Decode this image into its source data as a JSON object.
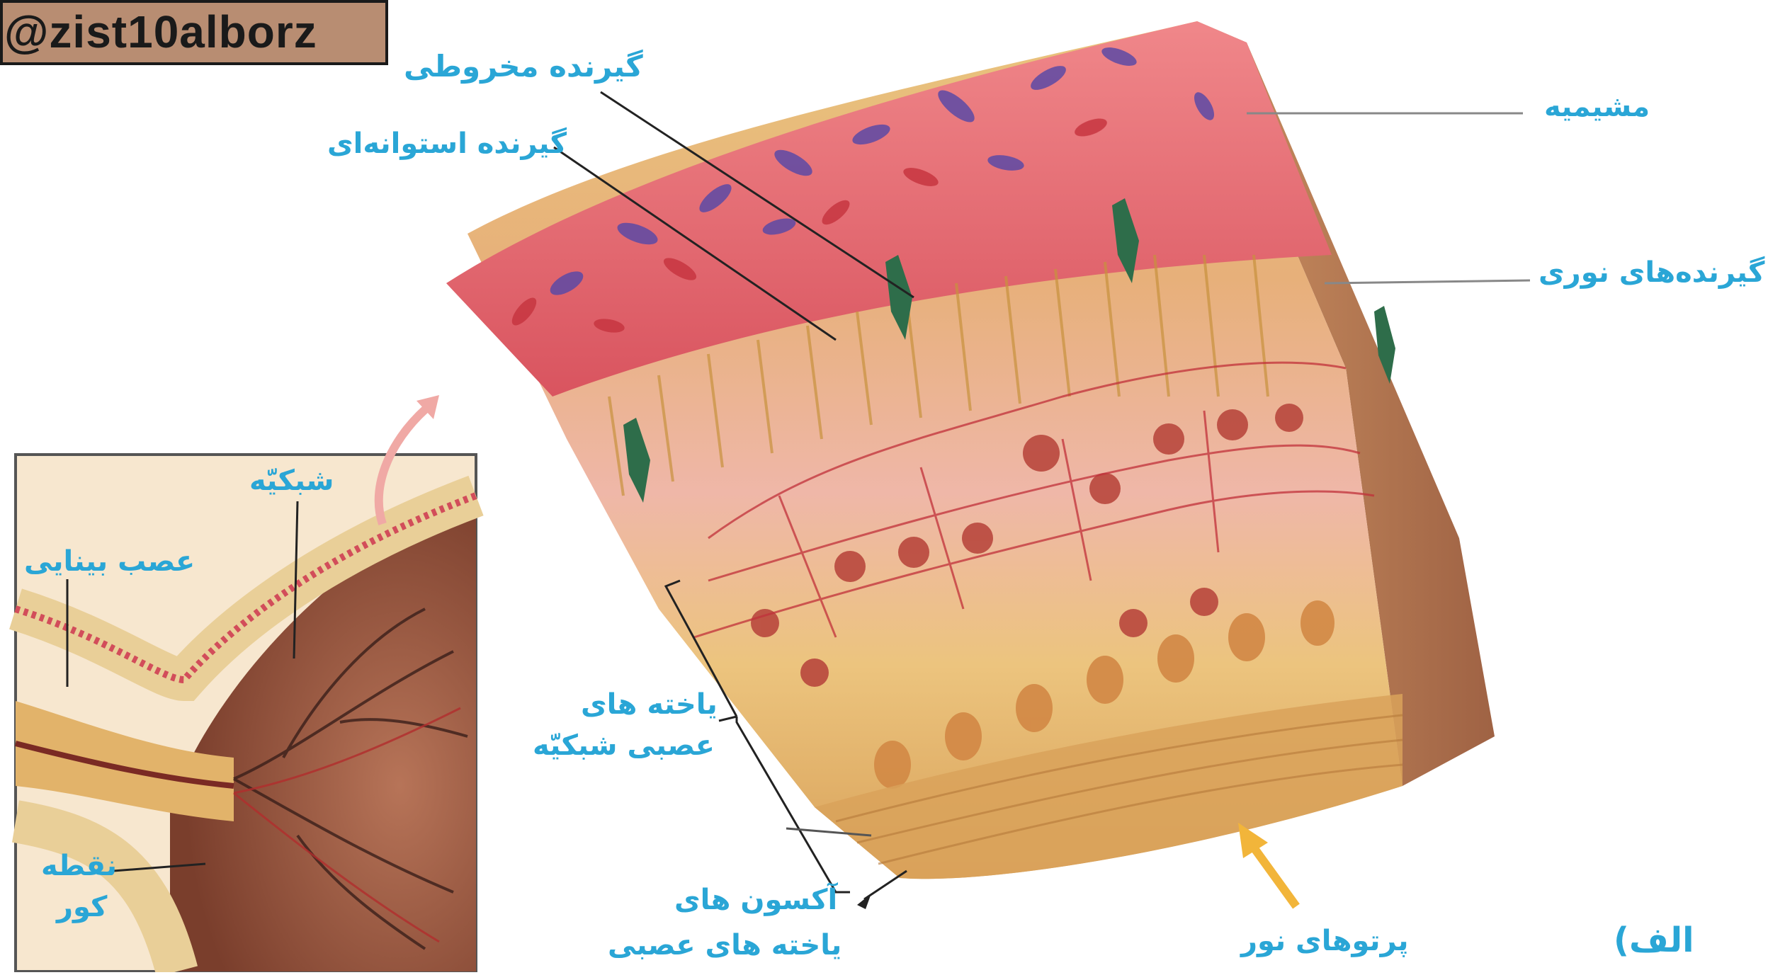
{
  "watermark": "@zist10alborz",
  "labels": {
    "cone": "گیرنده مخروطی",
    "rod": "گیرنده استوانه‌ای",
    "choroid": "مشیمیه",
    "photoreceptors": "گیرنده‌های نوری",
    "retina": "شبکیّه",
    "optic_nerve": "عصب بینایی",
    "blind_spot_1": "نقطه",
    "blind_spot_2": "کور",
    "neurons_1": "یاخته های",
    "neurons_2": "عصبی شبکیّه",
    "axons_1": "آکسون های",
    "axons_2": "یاخته های عصبی",
    "light": "پرتوهای نور",
    "panel": "الف)"
  },
  "colors": {
    "label": "#2aa6d6",
    "choroid": "#e46a70",
    "receptor_layer": "#e8c27a",
    "neuron_layer": "#e7a08b",
    "light_arrow": "#f2b53a",
    "watermark_bg": "#b88d72"
  }
}
